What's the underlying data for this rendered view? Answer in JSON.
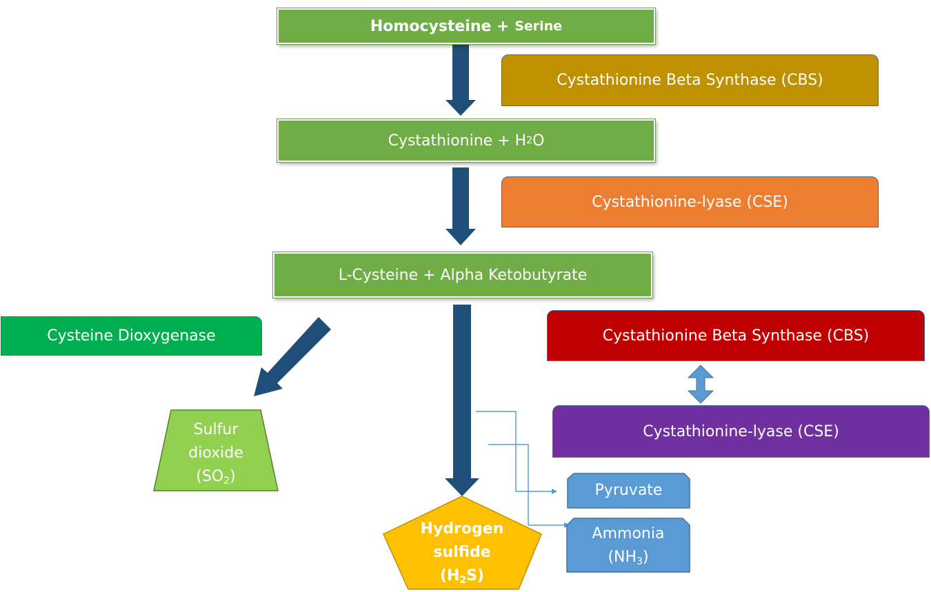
{
  "nodes": {
    "homocysteine": {
      "main": "Homocysteine + ",
      "small": "Serine"
    },
    "cystathionine": {
      "pre": "Cystathionine + H",
      "sub": "2",
      "post": "O"
    },
    "lcysteine": {
      "label": "L-Cysteine + Alpha Ketobutyrate"
    },
    "sulfur_dioxide": {
      "line1": "Sulfur",
      "line2": "dioxide",
      "line3_pre": "(SO",
      "line3_sub": "2",
      "line3_post": ")"
    },
    "hydrogen_sulfide": {
      "line1": "Hydrogen",
      "line2": "sulfide",
      "line3_pre": "(H",
      "line3_sub": "2",
      "line3_post": "S)"
    },
    "pyruvate": {
      "label": "Pyruvate"
    },
    "ammonia": {
      "line1": "Ammonia",
      "line2_pre": "(NH",
      "line2_sub": "3",
      "line2_post": ")"
    }
  },
  "enzymes": {
    "cbs_top": "Cystathionine Beta Synthase (CBS)",
    "cse_top": "Cystathionine-lyase (CSE)",
    "cysteine_dioxygenase": "Cysteine Dioxygenase",
    "cbs_right": "Cystathionine Beta Synthase (CBS)",
    "cse_right": "Cystathionine-lyase (CSE)"
  },
  "colors": {
    "node_green": "#70ad47",
    "arrow_navy": "#1f4e79",
    "cbs_gold": "#bf9000",
    "cse_orange": "#ed7d31",
    "dioxygenase_green": "#00b050",
    "cbs_red": "#c00000",
    "cse_purple": "#7030a0",
    "so2_lightgreen": "#92d050",
    "h2s_amber": "#ffc000",
    "product_blue": "#5b9bd5"
  }
}
